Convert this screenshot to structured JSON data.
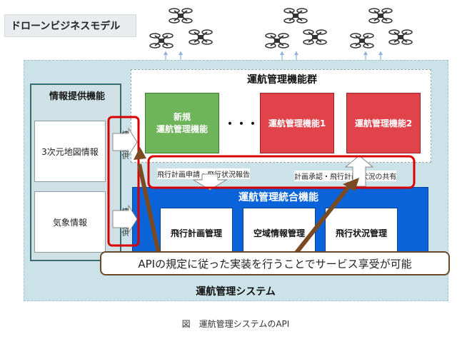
{
  "title": "ドローンビジネスモデル",
  "system_label": "運航管理システム",
  "caption": "図　運航管理システムのAPI",
  "info_panel": {
    "title": "情報提供機能",
    "items": [
      "3次元地図情報",
      "気象情報"
    ],
    "side_label": "情報提供"
  },
  "function_group": {
    "title": "運航管理機能群",
    "new_function": "新規\n運航管理機能",
    "ellipsis": "・・・・",
    "functions": [
      "運航管理機能1",
      "運航管理機能2"
    ]
  },
  "flows": {
    "down_label": "飛行計画申請・飛行状況報告",
    "up_label": "計画承認・飛行計画/状況の共有"
  },
  "integration": {
    "title": "運航管理統合機能",
    "modules": [
      "飛行計画管理",
      "空域情報管理",
      "飛行状況管理"
    ]
  },
  "callout": "APIの規定に従った実装を行うことでサービス享受が可能",
  "colors": {
    "function_red": "#e0434a",
    "function_green": "#6db45a",
    "integration_blue": "#0a63d8",
    "highlight_red": "#d90000",
    "arrow_brown": "#7a4a22",
    "system_bg": "#cbe3e8"
  }
}
